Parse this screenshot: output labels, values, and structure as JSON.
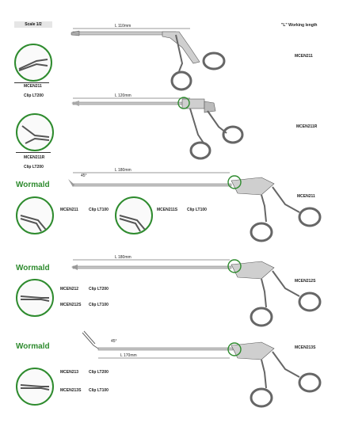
{
  "header": {
    "scale_label": "Scale 1/2",
    "working_length_note": "\"L\" Working length"
  },
  "brand": {
    "name": "Wormald",
    "color": "#2e8b2e"
  },
  "products": [
    {
      "code": "MCEN211",
      "length_label": "L 110mm",
      "detail_codes": [
        "MCEN211"
      ],
      "clip_labels": [
        "Clip LT200"
      ]
    },
    {
      "code": "MCEN211R",
      "length_label": "L 120mm",
      "detail_codes": [
        "MCEN211R"
      ],
      "clip_labels": [
        "Clip LT200"
      ]
    },
    {
      "code": "MCEN211",
      "length_label": "L 180mm",
      "angle_label": "45°",
      "detail_codes": [
        "MCEN211",
        "MCEN211S"
      ],
      "clip_labels": [
        "Clip LT100",
        "Clip LT100"
      ]
    },
    {
      "code": "MCEN212S",
      "length_label": "L 180mm",
      "detail_codes": [
        "MCEN212",
        "MCEN212S"
      ],
      "clip_labels": [
        "Clip LT200",
        "Clip LT100"
      ]
    },
    {
      "code": "MCEN213S",
      "length_label": "L 170mm",
      "angle_label": "45°",
      "detail_codes": [
        "MCEN213",
        "MCEN213S"
      ],
      "clip_labels": [
        "Clip LT200",
        "Clip LT100"
      ]
    }
  ]
}
